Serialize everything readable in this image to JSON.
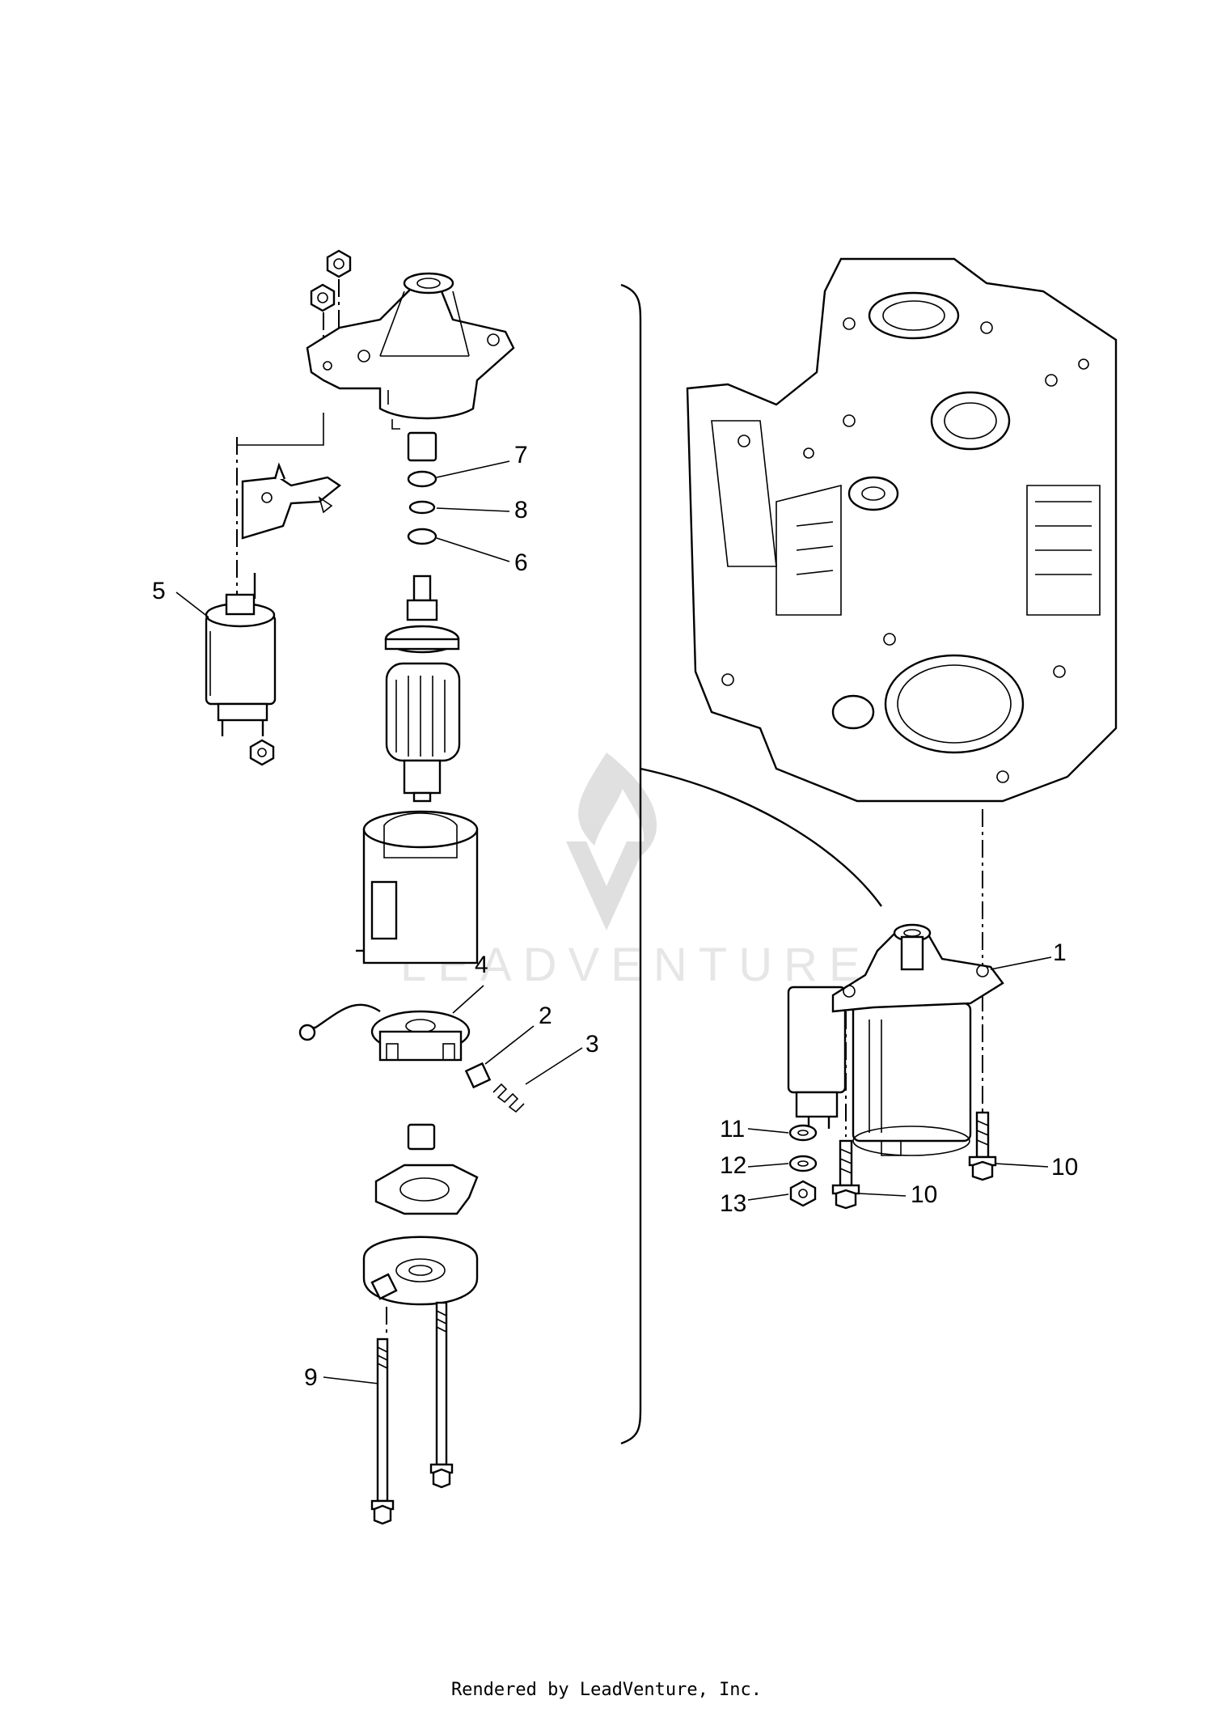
{
  "callouts": [
    {
      "id": "1",
      "label": "1"
    },
    {
      "id": "2",
      "label": "2"
    },
    {
      "id": "3",
      "label": "3"
    },
    {
      "id": "4",
      "label": "4"
    },
    {
      "id": "5",
      "label": "5"
    },
    {
      "id": "6",
      "label": "6"
    },
    {
      "id": "7",
      "label": "7"
    },
    {
      "id": "8",
      "label": "8"
    },
    {
      "id": "9",
      "label": "9"
    },
    {
      "id": "10a",
      "label": "10"
    },
    {
      "id": "10b",
      "label": "10"
    },
    {
      "id": "11",
      "label": "11"
    },
    {
      "id": "12",
      "label": "12"
    },
    {
      "id": "13",
      "label": "13"
    }
  ],
  "watermark": "LEADVENTURE",
  "footer": "Rendered by LeadVenture, Inc."
}
